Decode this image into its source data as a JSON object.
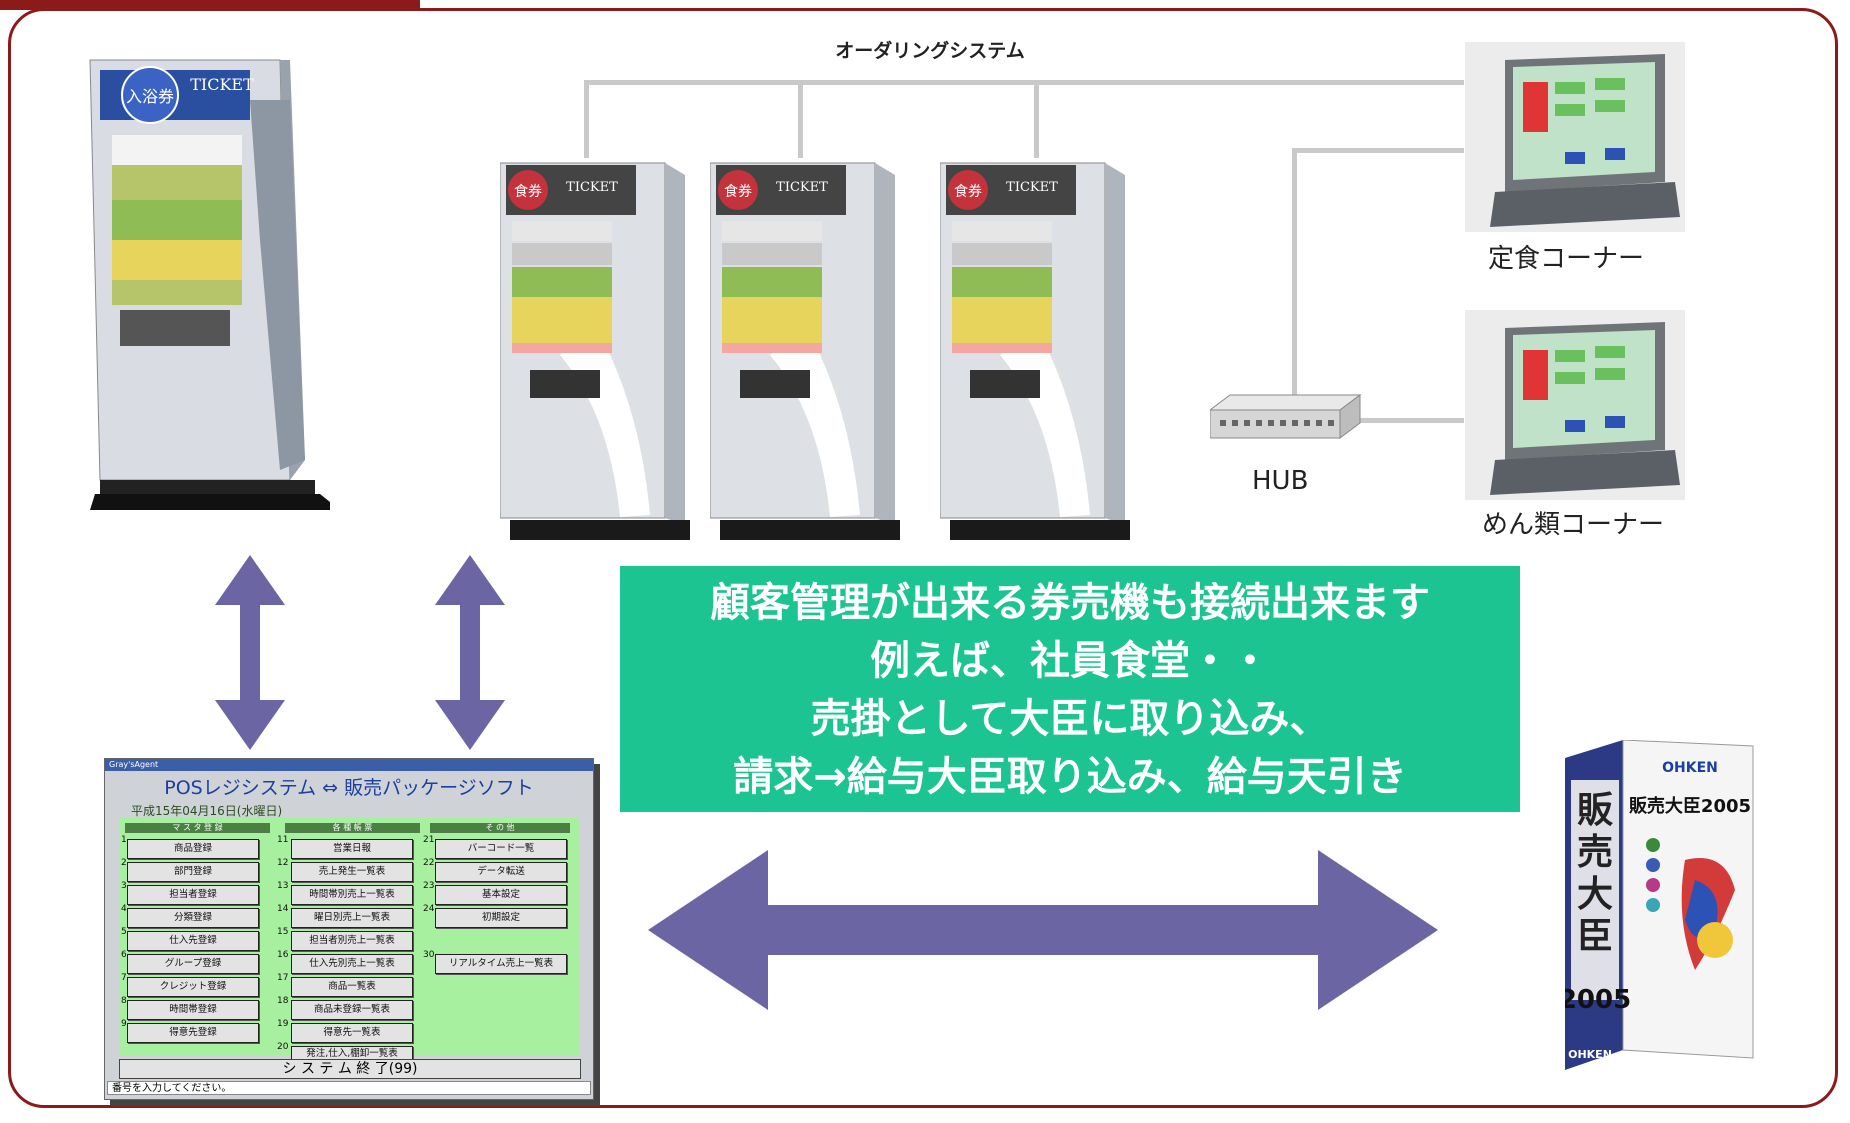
{
  "diagram": {
    "title": "オーダリングシステム",
    "labels": {
      "teishoku": "定食コーナー",
      "menrui": "めん類コーナー",
      "hub": "HUB"
    },
    "ticket_machine": {
      "sign": "入浴券",
      "ticket": "TICKET"
    },
    "vending": {
      "sign": "食券",
      "ticket": "TICKET"
    },
    "message_lines": [
      "顧客管理が出来る券売機も接続出来ます",
      "例えば、社員食堂・・",
      "売掛として大臣に取り込み、",
      "請求→給与大臣取り込み、給与天引き"
    ],
    "colors": {
      "frame": "#8b1a1a",
      "message_bg": "#1bc491",
      "arrow": "#6b66a3"
    }
  },
  "pos_window": {
    "titlebar": "Gray'sAgent",
    "title": "POSレジシステム ⇔ 販売パッケージソフト",
    "date": "平成15年04月16日(水曜日)",
    "columns": [
      {
        "header": "マ ス タ 登 録",
        "items": [
          "商品登録",
          "部門登録",
          "担当者登録",
          "分類登録",
          "仕入先登録",
          "グループ登録",
          "クレジット登録",
          "時間帯登録",
          "得意先登録"
        ],
        "nums": [
          "1",
          "2",
          "3",
          "4",
          "5",
          "6",
          "7",
          "8",
          "9"
        ]
      },
      {
        "header": "各 種 帳 票",
        "items": [
          "営業日報",
          "売上発生一覧表",
          "時間帯別売上一覧表",
          "曜日別売上一覧表",
          "担当者別売上一覧表",
          "仕入先別売上一覧表",
          "商品一覧表",
          "商品未登録一覧表",
          "得意先一覧表",
          "発注,仕入,棚卸一覧表"
        ],
        "nums": [
          "11",
          "12",
          "13",
          "14",
          "15",
          "16",
          "17",
          "18",
          "19",
          "20"
        ]
      },
      {
        "header": "そ の 他",
        "items": [
          "バーコード一覧",
          "データ転送",
          "基本設定",
          "初期設定",
          "リアルタイム売上一覧表"
        ],
        "nums": [
          "21",
          "22",
          "23",
          "24",
          "30"
        ]
      }
    ],
    "exit_button": "シ ス テ ム 終 了(99)",
    "status": "番号を入力してください。"
  },
  "product": {
    "name": "販売大臣",
    "year": "2005",
    "side_text": "販売大臣2005",
    "brand": "OHKEN"
  }
}
